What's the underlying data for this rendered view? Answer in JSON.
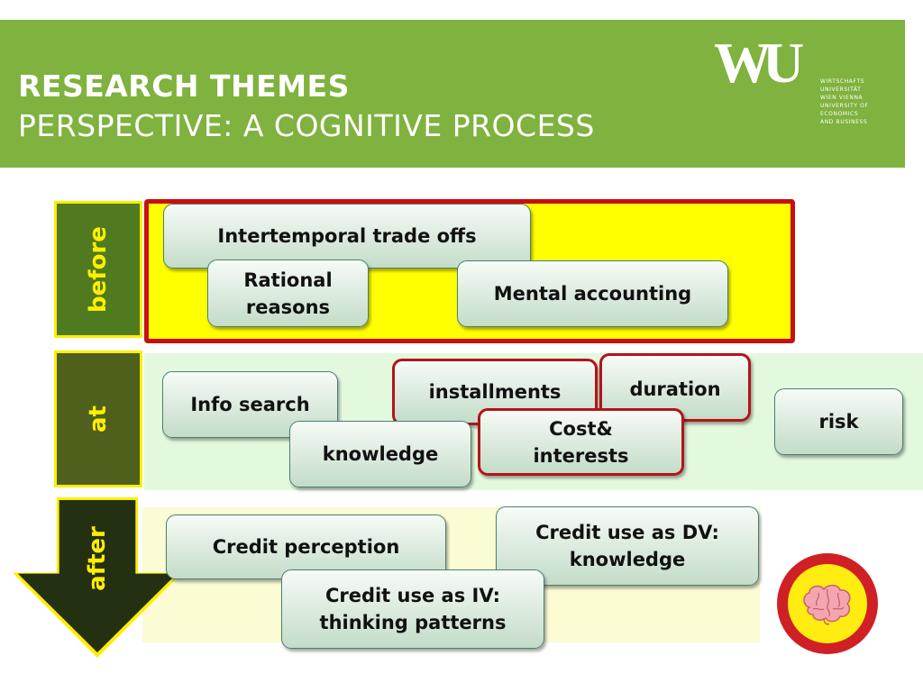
{
  "header": {
    "title": "RESEARCH THEMES",
    "subtitle": "PERSPECTIVE: A COGNITIVE PROCESS",
    "logo_mark": "WU",
    "logo_text": [
      "WIRTSCHAFTS",
      "UNIVERSITÄT",
      "WIEN VIENNA",
      "UNIVERSITY OF",
      "ECONOMICS",
      "AND BUSINESS"
    ]
  },
  "stages": {
    "before": "before",
    "at": "at",
    "after": "after"
  },
  "nodes": {
    "before": {
      "intertemporal": "Intertemporal trade offs",
      "rational": [
        "Rational",
        "reasons"
      ],
      "mental": "Mental accounting"
    },
    "at": {
      "info_search": "Info search",
      "knowledge": "knowledge",
      "installments": "installments",
      "duration": "duration",
      "cost": [
        "Cost&",
        "interests"
      ],
      "risk": "risk"
    },
    "after": {
      "credit_perception": "Credit perception",
      "credit_dv": [
        "Credit use as DV:",
        "knowledge"
      ],
      "credit_iv": [
        "Credit use as IV:",
        "thinking patterns"
      ]
    }
  },
  "colors": {
    "header_green": "#7fb23e",
    "highlight_red": "#c80f0f",
    "stage_yellow": "#ffee00"
  },
  "icons": {
    "brain": "brain-icon"
  }
}
